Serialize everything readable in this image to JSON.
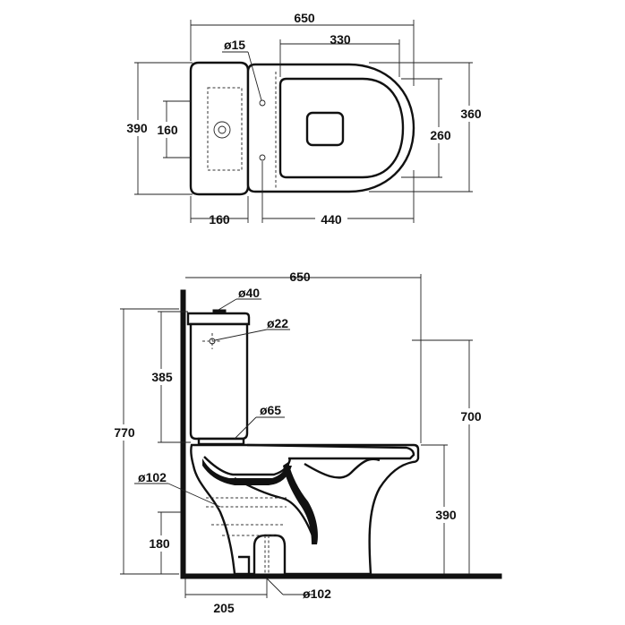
{
  "top_view": {
    "overall_width": "650",
    "seat_inner_width": "330",
    "hole_diameter": "ø15",
    "overall_depth": "390",
    "tank_inlet_height": "160",
    "bowl_depth_outer": "360",
    "bowl_depth_inner": "260",
    "tank_width": "160",
    "bowl_length": "440"
  },
  "side_view": {
    "overall_width": "650",
    "flush_diameter": "ø40",
    "inlet_diameter": "ø22",
    "tank_height": "385",
    "tank_outlet_diameter": "ø65",
    "overall_height": "700",
    "total_height": "770",
    "drain_diameter_side": "ø102",
    "seat_height": "390",
    "outlet_height": "180",
    "wall_to_outlet": "205",
    "drain_diameter_floor": "ø102"
  }
}
